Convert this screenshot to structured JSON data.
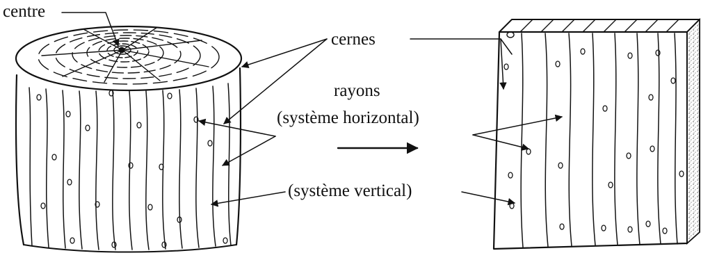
{
  "labels": {
    "centre": "centre",
    "cernes": "cernes",
    "rayons": "rayons",
    "horizontal": "(système horizontal)",
    "vertical": "(système vertical)"
  },
  "colors": {
    "ink": "#111111",
    "background": "#ffffff",
    "stipple": "#9a9a9a"
  }
}
